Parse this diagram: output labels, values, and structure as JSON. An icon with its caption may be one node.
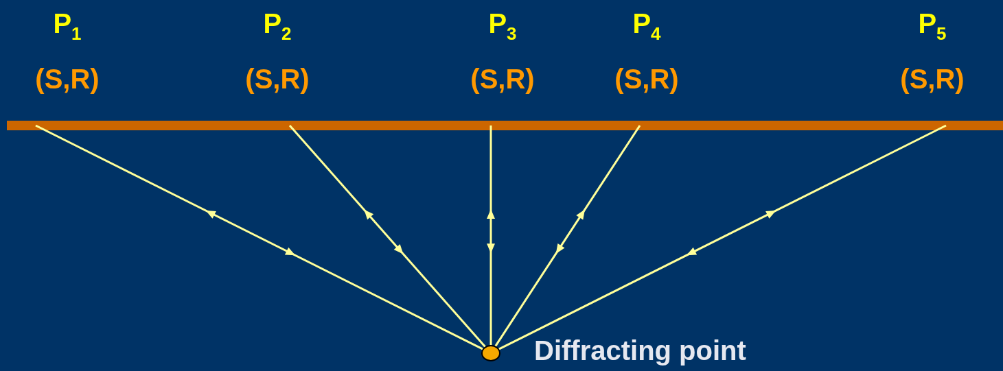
{
  "diagram": {
    "nodes": [
      {
        "text": [
          "P$_{1}$",
          "(S,R)"
        ]
      },
      {
        "text": [
          "P$_{2}$",
          "(S,R)"
        ]
      },
      {
        "text": [
          "P$_{3}$",
          "(S,R)"
        ]
      },
      {
        "text": [
          "P$_{4}$",
          "(S,R)"
        ]
      },
      {
        "text": [
          "P$_{5}$",
          "(S,R)"
        ]
      },
      {
        "text": [],
        "shape": "circle",
        "beside": [
          "Diffracting point"
        ]
      }
    ],
    "edges": [
      {
        "from": 0,
        "to": 5,
        "arrow": "both"
      },
      {
        "from": 1,
        "to": 5,
        "arrow": "both"
      },
      {
        "from": 2,
        "to": 5,
        "arrow": "both"
      },
      {
        "from": 3,
        "to": 5,
        "arrow": "both"
      },
      {
        "from": 4,
        "to": 5,
        "arrow": "both"
      }
    ]
  }
}
